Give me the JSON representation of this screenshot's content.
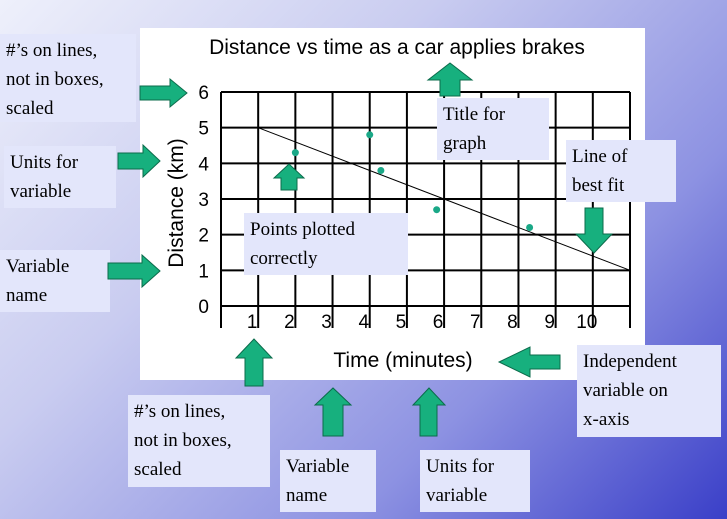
{
  "chart_data": {
    "type": "scatter",
    "title": "Distance vs time as a car applies brakes",
    "xlabel": "Time (minutes)",
    "ylabel": "Distance (km)",
    "xlim": [
      0,
      11
    ],
    "ylim": [
      0,
      6
    ],
    "x_ticks": [
      1,
      2,
      3,
      4,
      5,
      6,
      7,
      8,
      9,
      10
    ],
    "y_ticks": [
      0,
      1,
      2,
      3,
      4,
      5,
      6
    ],
    "grid": true,
    "points": [
      {
        "x": 2.0,
        "y": 4.3
      },
      {
        "x": 4.0,
        "y": 4.8
      },
      {
        "x": 4.3,
        "y": 3.8
      },
      {
        "x": 5.8,
        "y": 2.7
      },
      {
        "x": 8.3,
        "y": 2.2
      }
    ],
    "best_fit_line": {
      "x1": 1.0,
      "y1": 5.0,
      "x2": 11.0,
      "y2": 1.0
    },
    "marker_color": "#1aa887"
  },
  "callouts": {
    "y_numbers": "#’s on lines,\nnot in boxes,\nscaled",
    "y_units": "Units for\nvariable",
    "y_name": "Variable\nname",
    "title_note": "Title for\ngraph",
    "best_fit": "Line of\nbest fit",
    "points": "Points plotted\ncorrectly",
    "x_numbers": "#’s on lines,\nnot in boxes,\nscaled",
    "x_name": "Variable\nname",
    "x_units": "Units for\nvariable",
    "independent": "Independent\nvariable on\nx-axis"
  },
  "colors": {
    "arrow": "#17b07e",
    "arrow_stroke": "#0b6b4b",
    "callout_bg": "#e3e6fb"
  }
}
